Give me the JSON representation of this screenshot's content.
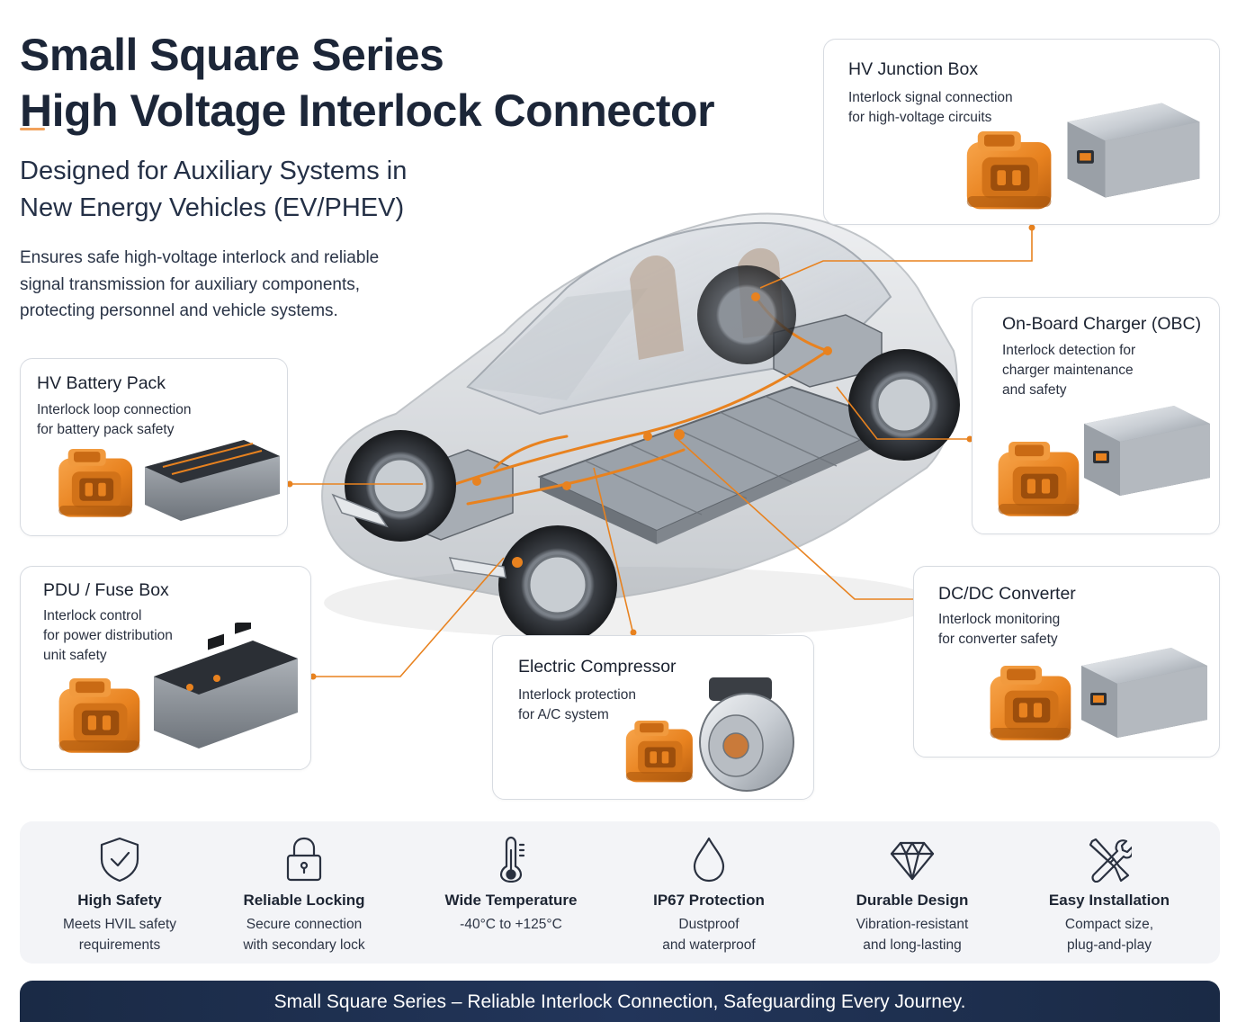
{
  "header": {
    "title_line1": "Small Square Series",
    "title_line2": "High Voltage Interlock Connector",
    "subtitle_line1": "Designed for Auxiliary Systems in",
    "subtitle_line2": "New Energy Vehicles (EV/PHEV)",
    "intro_line1": "Ensures safe high-voltage interlock and reliable",
    "intro_line2": "signal transmission for auxiliary components,",
    "intro_line3": "protecting personnel and vehicle systems."
  },
  "callouts": {
    "hv_junction_box": {
      "title": "HV Junction Box",
      "desc_line1": "Interlock signal connection",
      "desc_line2": "for high-voltage circuits"
    },
    "obc": {
      "title": "On-Board Charger (OBC)",
      "desc_line1": "Interlock detection for",
      "desc_line2": "charger maintenance",
      "desc_line3": "and safety"
    },
    "battery_pack": {
      "title": "HV Battery Pack",
      "desc_line1": "Interlock loop connection",
      "desc_line2": "for battery pack safety"
    },
    "pdu": {
      "title": "PDU / Fuse Box",
      "desc_line1": "Interlock control",
      "desc_line2": "for power distribution",
      "desc_line3": "unit safety"
    },
    "dcdc": {
      "title": "DC/DC Converter",
      "desc_line1": "Interlock monitoring",
      "desc_line2": "for converter safety"
    },
    "compressor": {
      "title": "Electric Compressor",
      "desc_line1": "Interlock protection",
      "desc_line2": "for A/C system"
    }
  },
  "features": [
    {
      "icon": "shield-check-icon",
      "name": "High Safety",
      "desc_line1": "Meets HVIL safety",
      "desc_line2": "requirements"
    },
    {
      "icon": "padlock-icon",
      "name": "Reliable Locking",
      "desc_line1": "Secure connection",
      "desc_line2": "with secondary lock"
    },
    {
      "icon": "thermometer-icon",
      "name": "Wide Temperature",
      "desc_line1": "-40°C to +125°C",
      "desc_line2": ""
    },
    {
      "icon": "water-drop-icon",
      "name": "IP67 Protection",
      "desc_line1": "Dustproof",
      "desc_line2": "and waterproof"
    },
    {
      "icon": "diamond-icon",
      "name": "Durable Design",
      "desc_line1": "Vibration-resistant",
      "desc_line2": "and long-lasting"
    },
    {
      "icon": "tools-icon",
      "name": "Easy Installation",
      "desc_line1": "Compact size,",
      "desc_line2": "plug-and-play"
    }
  ],
  "footer": {
    "tagline": "Small Square Series – Reliable Interlock Connection, Safeguarding Every Journey."
  },
  "colors": {
    "accent_orange": "#e8821f",
    "navy": "#1c2638",
    "border_gray": "#d7dbe1"
  }
}
